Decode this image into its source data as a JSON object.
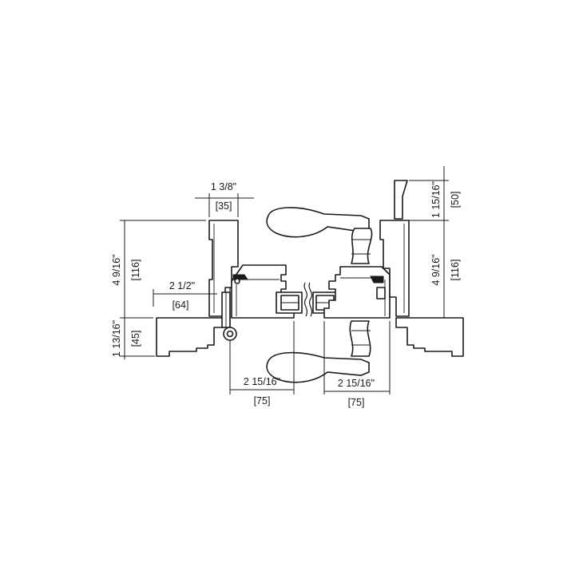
{
  "dimensions": {
    "top_width_in": "1 3/8\"",
    "top_width_mm": "[35]",
    "left_height_in": "4 9/16\"",
    "left_height_mm": "[116]",
    "left_depth_in": "2 1/2\"",
    "left_depth_mm": "[64]",
    "left_base_in": "1 13/16\"",
    "left_base_mm": "[45]",
    "bottom_left_in": "2 15/16\"",
    "bottom_left_mm": "[75]",
    "bottom_right_in": "2 15/16\"",
    "bottom_right_mm": "[75]",
    "right_top_in": "1 15/16\"",
    "right_top_mm": "[50]",
    "right_height_in": "4 9/16\"",
    "right_height_mm": "[116]"
  }
}
